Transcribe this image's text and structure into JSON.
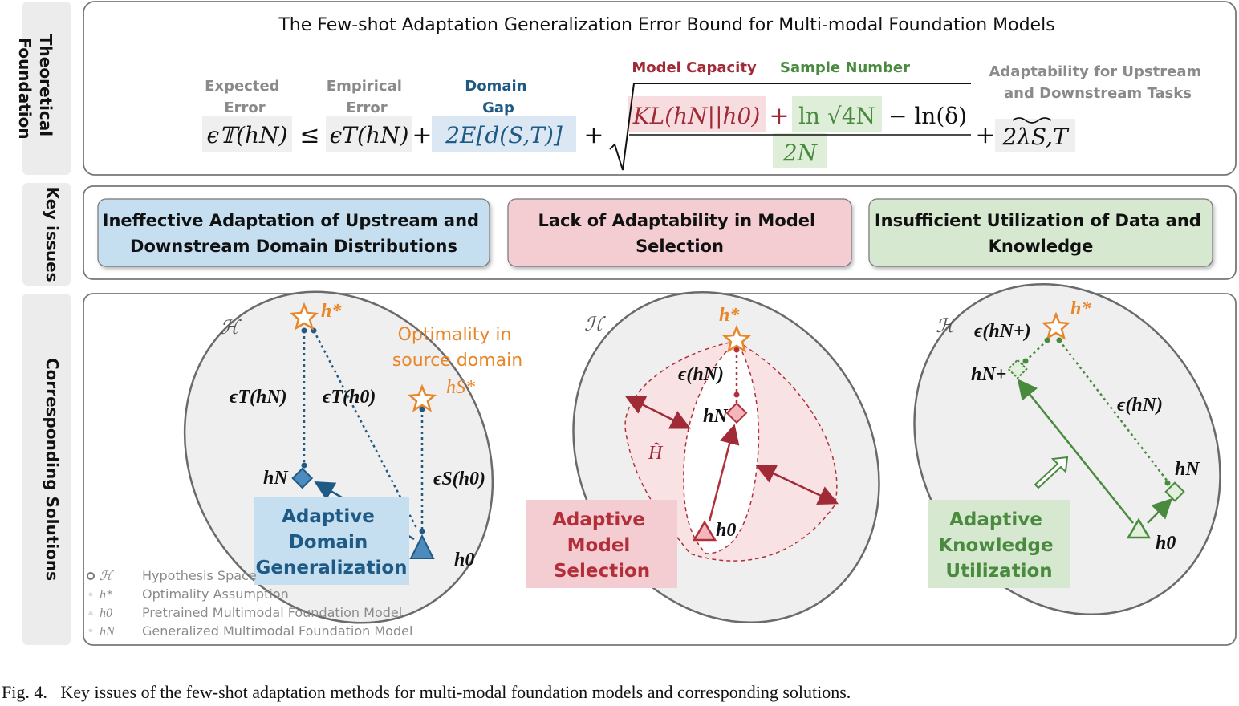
{
  "row_labels": {
    "theory": [
      "Theoretical",
      "Foundation"
    ],
    "issues": "Key issues",
    "solutions": "Corresponding Solutions"
  },
  "theory": {
    "title": "The Few-shot Adaptation Generalization Error Bound for Multi-modal Foundation Models",
    "labels": {
      "expected": [
        "Expected",
        "Error"
      ],
      "empirical": [
        "Empirical",
        "Error"
      ],
      "domain_gap": [
        "Domain",
        "Gap"
      ],
      "model_capacity": "Model Capacity",
      "sample_number": "Sample Number",
      "adaptability": [
        "Adaptability for Upstream",
        "and Downstream Tasks"
      ]
    },
    "formula": {
      "lhs": "ϵ𝕋(hN)",
      "leq": "≤",
      "emp": "ϵT(hN)",
      "plus": "+",
      "gap": "2E[d(S,T)]",
      "kl": "KL(hN||h0)",
      "ln_sqrt": "ln √4N",
      "minus_ln_delta": "− ln(δ)",
      "denominator": "2N",
      "lambda": "2λS,T"
    }
  },
  "issues": [
    {
      "lines": [
        "Ineffective Adaptation of Upstream and",
        "Downstream Domain Distributions"
      ],
      "fill": "#c5dff0"
    },
    {
      "lines": [
        "Lack of Adaptability in Model",
        "Selection"
      ],
      "fill": "#f3cdd2"
    },
    {
      "lines": [
        "Insufficient Utilization of Data and",
        "Knowledge"
      ],
      "fill": "#d6e8cf"
    }
  ],
  "panel1": {
    "hspace": "ℋ",
    "h_star": "h*",
    "optimality_text": [
      "Optimality in",
      "source domain"
    ],
    "hs_star": "hS*",
    "eps_t_hn": "ϵT(hN)",
    "eps_t_h0": "ϵT(h0)",
    "eps_s_h0": "ϵS(h0)",
    "hN": "hN",
    "h0": "h0",
    "box_lines": [
      "Adaptive",
      "Domain",
      "Generalization"
    ],
    "legend": [
      {
        "sym": "ℋ",
        "text": "Hypothesis Space"
      },
      {
        "sym": "h*",
        "text": "Optimality Assumption"
      },
      {
        "sym": "h0",
        "text": "Pretrained Multimodal Foundation Model"
      },
      {
        "sym": "hN",
        "text": "Generalized Multimodal Foundation Model"
      }
    ]
  },
  "panel2": {
    "hspace": "ℋ",
    "h_star": "h*",
    "eps_hn": "ϵ(hN)",
    "hN": "hN",
    "h_tilde": "H̃",
    "h0": "h0",
    "box_lines": [
      "Adaptive",
      "Model",
      "Selection"
    ]
  },
  "panel3": {
    "hspace": "ℋ",
    "h_star": "h*",
    "eps_hn_plus": "ϵ(hN+)",
    "hn_plus": "hN+",
    "eps_hn": "ϵ(hN)",
    "hN": "hN",
    "h0": "h0",
    "box_lines": [
      "Adaptive",
      "Knowledge",
      "Utilization"
    ]
  },
  "colors": {
    "blue": "#1f5a85",
    "red": "#b22f3a",
    "green": "#4a8a3f",
    "orange": "#e8862a",
    "gray_text": "#8a8a8a"
  },
  "caption": {
    "fig": "Fig. 4.",
    "text": "Key issues of the few-shot adaptation methods for multi-modal foundation models and corresponding solutions."
  }
}
